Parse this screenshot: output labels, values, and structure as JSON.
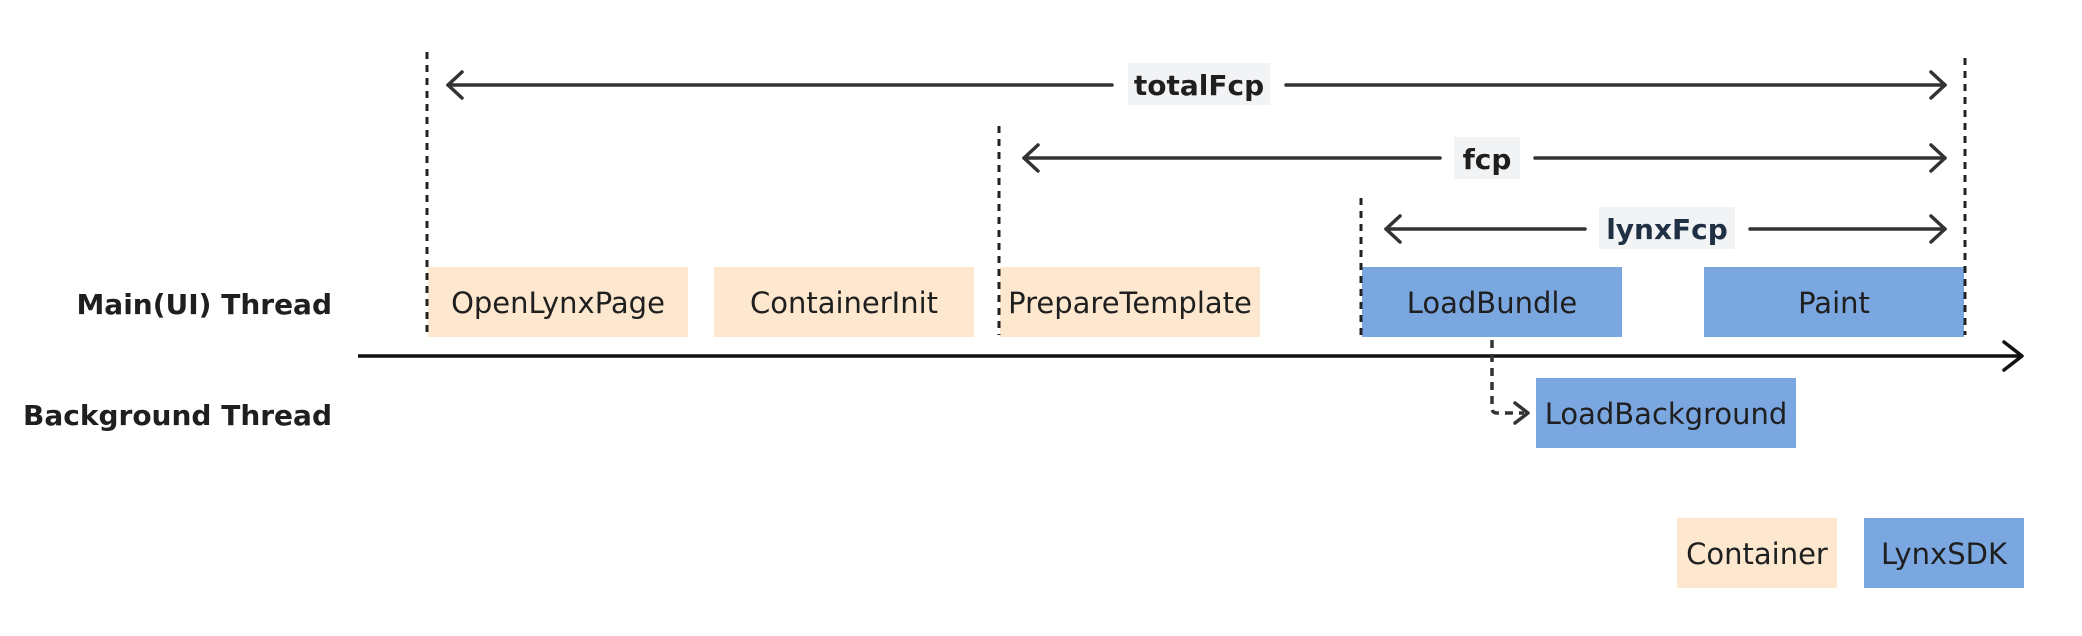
{
  "lanes": {
    "main": "Main(UI) Thread",
    "background": "Background Thread"
  },
  "blocks": {
    "open_lynx_page": "OpenLynxPage",
    "container_init": "ContainerInit",
    "prepare_template": "PrepareTemplate",
    "load_bundle": "LoadBundle",
    "paint": "Paint",
    "load_background": "LoadBackground"
  },
  "ranges": {
    "total_fcp": "totalFcp",
    "fcp": "fcp",
    "lynx_fcp": "lynxFcp"
  },
  "legend": {
    "container": "Container",
    "lynx_sdk": "LynxSDK"
  },
  "colors": {
    "container": "#fde8cf",
    "lynx_sdk": "#7ba7e1",
    "label_bg": "#f2f3f5",
    "line": "#333333"
  }
}
